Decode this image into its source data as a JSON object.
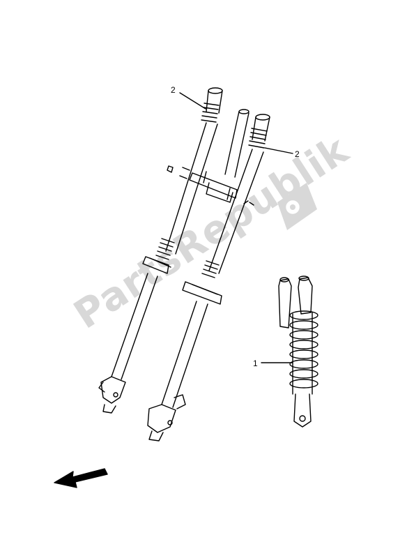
{
  "watermark": {
    "text": "PartsRepublik",
    "icon": "gear-icon"
  },
  "callouts": {
    "fork_spring_left": "2",
    "fork_spring_right": "2",
    "rear_shock": "1"
  },
  "direction_arrow": {
    "icon": "arrow-front-icon"
  }
}
